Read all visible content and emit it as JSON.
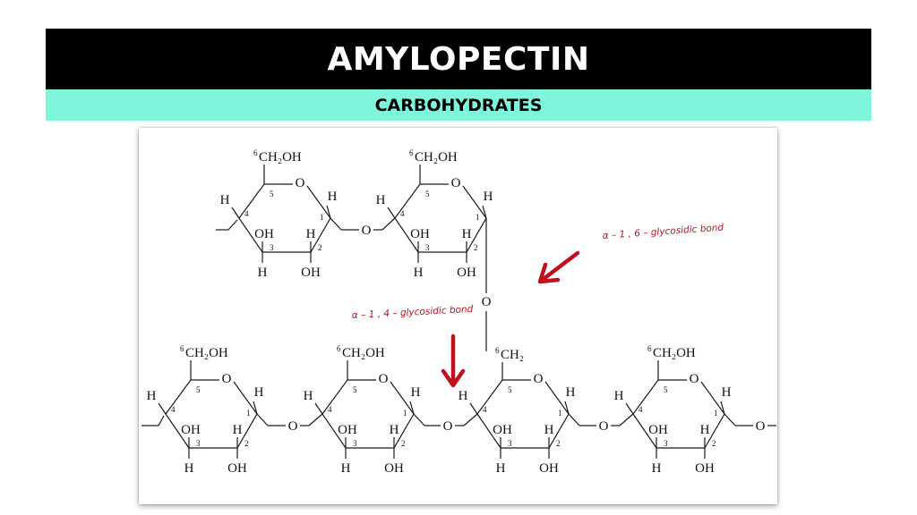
{
  "header": {
    "title": "AMYLOPECTIN",
    "subtitle": "CARBOHYDRATES"
  },
  "diagram": {
    "ch2oh": "CH₂OH",
    "ch2": "CH₂",
    "six": "6",
    "oxygen": "O",
    "hydrogen": "H",
    "hydroxyl": "OH",
    "ring_positions": [
      "1",
      "2",
      "3",
      "4",
      "5"
    ],
    "annotation_16": "α – 1 , 6 – glycosidic  bond",
    "annotation_14": "α – 1 , 4 – glycosidic  bond"
  },
  "colors": {
    "title_bar": "#000000",
    "subtitle_bar": "#7ff5dc",
    "annotation": "#b3121d"
  }
}
